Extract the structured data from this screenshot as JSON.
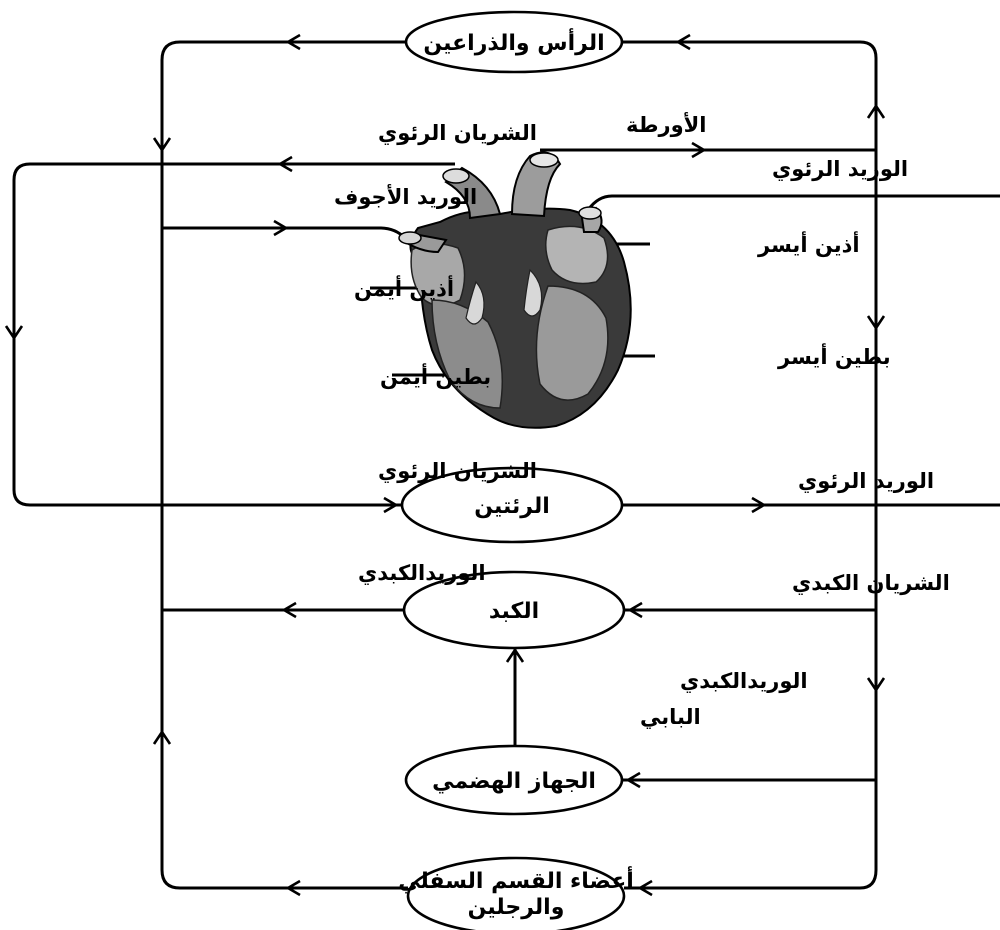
{
  "organs": {
    "head_arms": "الرأس والذراعين",
    "lungs": "الرئتين",
    "liver": "الكبد",
    "digestive": "الجهاز الهضمي",
    "lower_body_line1": "أعضاء القسم السفلي",
    "lower_body_line2": "والرجلين"
  },
  "vessels": {
    "aorta": "الأورطة",
    "pulmonary_artery_top": "الشريان الرئوي",
    "pulmonary_vein_top": "الوريد الرئوي",
    "vena_cava": "الوريد الأجوف",
    "pulmonary_artery_bottom": "الشريان الرئوي",
    "pulmonary_vein_bottom": "الوريد الرئوي",
    "hepatic_vein": "الوريدالكبدي",
    "hepatic_artery": "الشريان الكبدي",
    "hepatic_portal_line1": "الوريدالكبدي",
    "hepatic_portal_line2": "البابي"
  },
  "heart": {
    "left_atrium": "أذين أيسر",
    "right_atrium": "أذين أيمن",
    "left_ventricle": "بطين أيسر",
    "right_ventricle": "بطين أيمن"
  }
}
